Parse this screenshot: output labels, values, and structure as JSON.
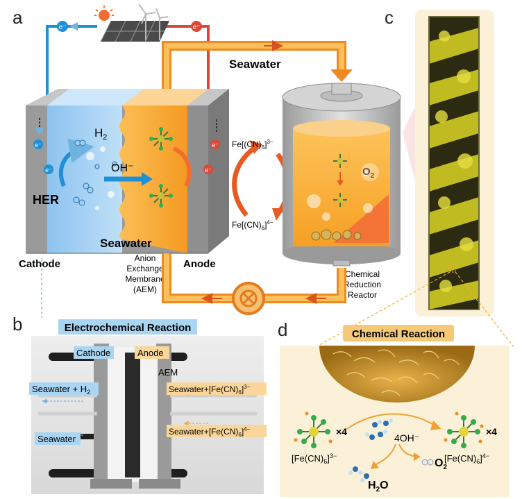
{
  "panels": {
    "a": {
      "letter": "a",
      "seawater_top": "Seawater",
      "seawater_bottom": "Seawater",
      "h2": "H2",
      "oh": "OH⁻",
      "her": "HER",
      "cathode": "Cathode",
      "anode": "Anode",
      "aem_lines": [
        "Anion",
        "Exchange",
        "Membrane",
        "(AEM)"
      ],
      "fe3": "Fe[(CN)6]3−",
      "fe4": "Fe[(CN)6]4−",
      "o2": "O2",
      "reactor_lines": [
        "Chemical",
        "Reduction",
        "Reactor"
      ],
      "electron": "e⁻"
    },
    "b": {
      "letter": "b",
      "title": "Electrochemical Reaction",
      "cathode": "Cathode",
      "anode": "Anode",
      "aem": "AEM",
      "seawater_h2": "Seawater + H2",
      "seawater": "Seawater",
      "seawater_fe3": "Seawater+[Fe(CN)6]3−",
      "seawater_fe4": "Seawater+[Fe(CN)6]4−"
    },
    "c": {
      "letter": "c"
    },
    "d": {
      "letter": "d",
      "title": "Chemical Reaction",
      "fe3": "[Fe(CN)6]3−",
      "fe4": "[Fe(CN)6]4−",
      "x4_left": "×4",
      "x4_right": "×4",
      "oh": "4OH⁻",
      "o2": "O2",
      "h2o": "H2O"
    }
  },
  "colors": {
    "cathode_blue": "#7fb6e8",
    "anode_orange": "#f7a330",
    "pipe_orange": "#f6a23a",
    "wire_blue": "#1f8fd6",
    "wire_red": "#d9483a",
    "reactor_gray": "#b8b8b8",
    "label_bg_blue": "#a9d4f2",
    "label_bg_orange": "#fbd69a",
    "panel_d_bg": "#fbf1d8"
  }
}
